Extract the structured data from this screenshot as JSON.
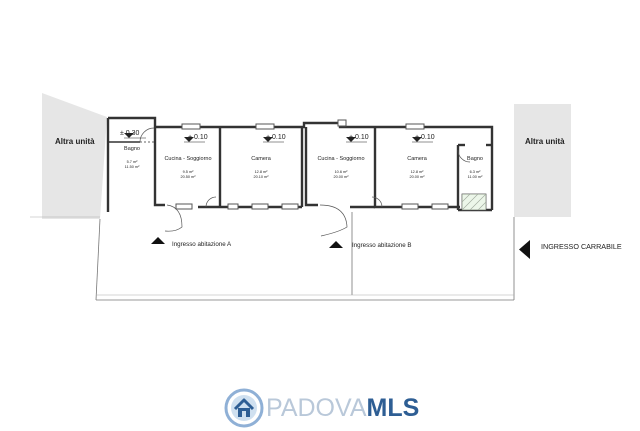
{
  "neighbors": {
    "left": "Altra unità",
    "right": "Altra unità"
  },
  "rooms": [
    {
      "name": "Bagno",
      "level": "± 0.30",
      "area_net": "5.7 m²",
      "area_gross": "11.50 m²"
    },
    {
      "name": "Cucina - Soggiorno",
      "level": "+ 0.10",
      "area_net": "9.5 m²",
      "area_gross": "20.50 m²"
    },
    {
      "name": "Camera",
      "level": "+ 0.10",
      "area_net": "12.8 m²",
      "area_gross": "20.10 m²"
    },
    {
      "name": "Cucina - Soggiorno",
      "level": "+ 0.10",
      "area_net": "10.6 m²",
      "area_gross": "20.00 m²"
    },
    {
      "name": "Camera",
      "level": "+ 0.10",
      "area_net": "12.8 m²",
      "area_gross": "20.00 m²"
    },
    {
      "name": "Bagno",
      "level": "",
      "area_net": "6.3 m²",
      "area_gross": "11.00 m²"
    }
  ],
  "entrances": {
    "a": "Ingresso abitazione A",
    "b": "Ingresso abitazione B",
    "carrabile": "INGRESSO CARRABILE"
  },
  "brand": {
    "part1": "PADOVA",
    "part2": "MLS",
    "colors": {
      "primary": "#2e5e94",
      "secondary": "#b9c8d9",
      "icon": "#8fb0d6"
    }
  }
}
